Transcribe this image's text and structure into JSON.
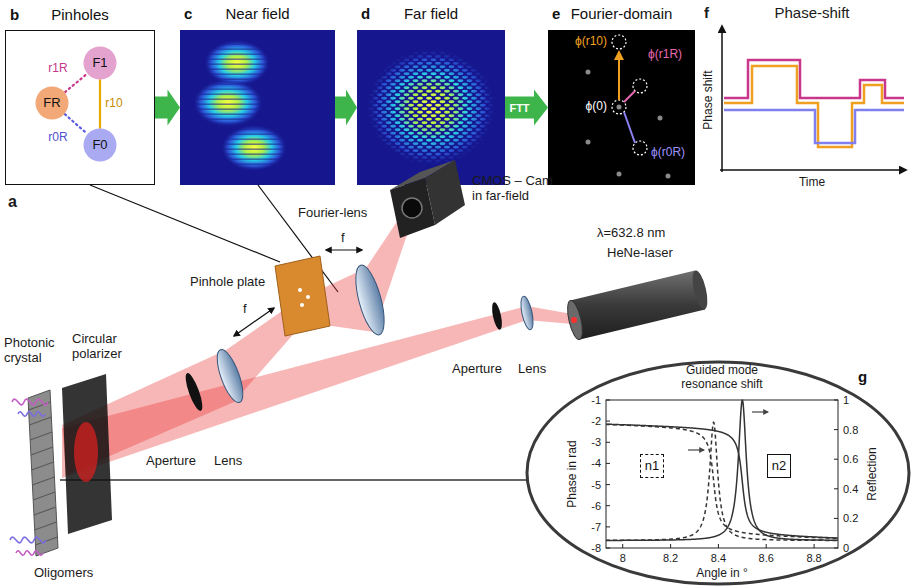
{
  "diagram": {
    "nodes": [
      {
        "text": [
          "b",
          "Pinholes"
        ]
      },
      {
        "text": [
          "F1"
        ],
        "in": 0
      },
      {
        "text": [
          "FR"
        ],
        "in": 0
      },
      {
        "text": [
          "F0"
        ],
        "in": 0
      },
      {
        "text": [
          "c",
          "Near field"
        ]
      },
      {
        "text": [
          "d",
          "Far field"
        ]
      },
      {
        "text": [
          "e",
          "Fourier-domain"
        ]
      },
      {
        "text": [
          "g"
        ]
      },
      {
        "text": [
          "n1"
        ],
        "in": 7
      },
      {
        "text": [
          "n2"
        ],
        "in": 7
      }
    ],
    "edges": [
      {
        "from": 2,
        "to": 1,
        "label": "r1R",
        "arrow": "none"
      },
      {
        "from": 3,
        "to": 1,
        "label": "r10",
        "arrow": "none"
      },
      {
        "from": 2,
        "to": 3,
        "label": "r0R",
        "arrow": "none"
      },
      {
        "from": 0,
        "to": 4,
        "arrow": "to"
      },
      {
        "from": 4,
        "to": 5,
        "arrow": "to"
      },
      {
        "from": 5,
        "to": 6,
        "label": "FTT",
        "arrow": "to"
      }
    ],
    "labels": [
      "a",
      "f",
      "Phase-shift",
      "Phase shift",
      "Time",
      "ϕ(r10)",
      "ϕ(r1R)",
      "ϕ(0)",
      "ϕ(r0R)",
      "Fourier-lens",
      "CMOS – Cam in far-field",
      "λ=632.8 nm",
      "HeNe-laser",
      "Pinhole plate",
      "f",
      "f",
      "Aperture",
      "Lens",
      "Photonic crystal",
      "Circular polarizer",
      "Aperture",
      "Lens",
      "Oligomers",
      "Guided mode resonance shift",
      "Phase in rad",
      "Reflection",
      "Angle in °",
      "-1",
      "-2",
      "-3",
      "-4",
      "-5",
      "-6",
      "-7",
      "-8",
      "0",
      "0.2",
      "0.4",
      "0.6",
      "0.8",
      "1",
      "8",
      "8.2",
      "8.4",
      "8.6",
      "8.8"
    ]
  }
}
